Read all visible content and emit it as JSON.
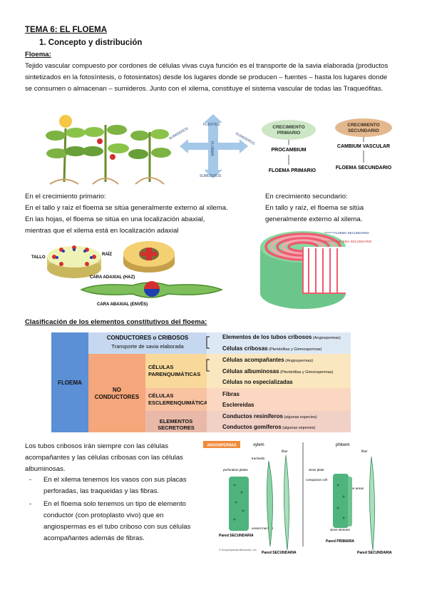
{
  "title": "TEMA 6: EL FLOEMA",
  "subtitle": "1.   Concepto y distribución",
  "floema_heading": "Floema:",
  "intro": "Tejido vascular compuesto por cordones de células vivas cuya función es el transporte de la savia elaborada (productos sintetizados en la fotosíntesis, o fotosintatos) desde los lugares donde se producen – fuentes – hasta los lugares donde se consumen o almacenan – sumideros. Junto con el xilema, constituye el sistema vascular de todas las Traqueófitas.",
  "arrows": {
    "fuentes": "FUENTES",
    "sumideros_l": "SUMIDEROS",
    "sumideros_r": "SUMIDEROS",
    "floema": "FLOEMA",
    "sumideros_b": "SUMIDEROS"
  },
  "growth": {
    "primario": "CRECIMIENTO PRIMARIO",
    "secundario": "CRECIMIENTO SECUNDARIO",
    "procambium": "PROCAMBIUM",
    "cambium": "CAMBIUM VASCULAR",
    "floema_primario": "FLOEMA PRIMARIO",
    "floema_secundario": "FLOEMA SECUNDARIO"
  },
  "primary_text": [
    "En el crecimiento primario:",
    "En el tallo y raíz el floema se sitúa generalmente externo al xilema.",
    "En las hojas, el floema se sitúa en una localización abaxial,",
    "mientras que el xilema está en localización adaxial"
  ],
  "secondary_text": [
    "En crecimiento secundario:",
    "En tallo y raíz, el floema se sitúa",
    "generalmente externo al xilema."
  ],
  "organs": {
    "tallo": "TALLO",
    "raiz": "RAÍZ",
    "haz": "CARA ADAXIAL (HAZ)",
    "enves": "CARA ABAXIAL (ENVÉS)"
  },
  "trunk": {
    "floema": "FLOEMA SECUNDARIO",
    "xilema": "XILEMA SECUNDARIO"
  },
  "class_heading": "Clasificación de los elementos constitutivos del floema:",
  "table": {
    "floema": "FLOEMA",
    "conductores": "CONDUCTORES o CRIBOSOS",
    "transporte": "Transporte de savia elaborada",
    "no_cond_1": "NO",
    "no_cond_2": "CONDUCTORES",
    "parenq_1": "CÉLULAS",
    "parenq_2": "PARENQUIMÁTICAS",
    "escler_1": "CÉLULAS",
    "escler_2": "ESCLERENQUIMÁTICAS",
    "secretores": "ELEMENTOS SECRETORES",
    "items": [
      {
        "main": "Elementos de los tubos cribosos",
        "note": " (Angiospermas)"
      },
      {
        "main": "Células cribosas",
        "note": " (Pteridofitas y Gimnospermas)"
      },
      {
        "main": "Células acompañantes",
        "note": " (Angiospermas)"
      },
      {
        "main": "Células albuminosas",
        "note": " (Pteridofitas y Gimnospermas)"
      },
      {
        "main": "Células no especializadas",
        "note": ""
      },
      {
        "main": "Fibras",
        "note": ""
      },
      {
        "main": "Esclereidas",
        "note": ""
      },
      {
        "main": "Conductos resiníferos",
        "note": " (algunas especies)"
      },
      {
        "main": "Conductos gomíferos",
        "note": " (algunas especies)"
      }
    ]
  },
  "bottom_text": "Los tubos cribosos irán siempre con las células acompañantes y las células cribosas con las células albuminosas.",
  "bullets": [
    "En el xilema tenemos los vasos con sus placas perforadas, las traqueidas y las fibras.",
    "En el floema solo tenemos un tipo de elemento conductor (con protoplasto vivo) que en angiospermas es el tubo criboso con sus células acompañantes además de fibras."
  ],
  "micro": {
    "angio": "ANGIOSPERMAS",
    "xylem": "xylem",
    "phloem": "phloem",
    "fiber1": "fiber",
    "fiber2": "fiber",
    "tracheids": "tracheids",
    "perforation": "perforation plates",
    "vessel": "vessel member",
    "sieve_plate": "sieve plate",
    "companion": "companion cell",
    "sieve_areas": "sieve areas",
    "sieve_element": "sieve element",
    "pared1": "Pared SECUNDARIA",
    "pared2": "Pared SECUNDARIA",
    "pared_prim": "Pared PRIMARIA",
    "pared3": "Pared SECUNDARIA",
    "credit": "© Encyclopædia Britannica, Inc."
  }
}
